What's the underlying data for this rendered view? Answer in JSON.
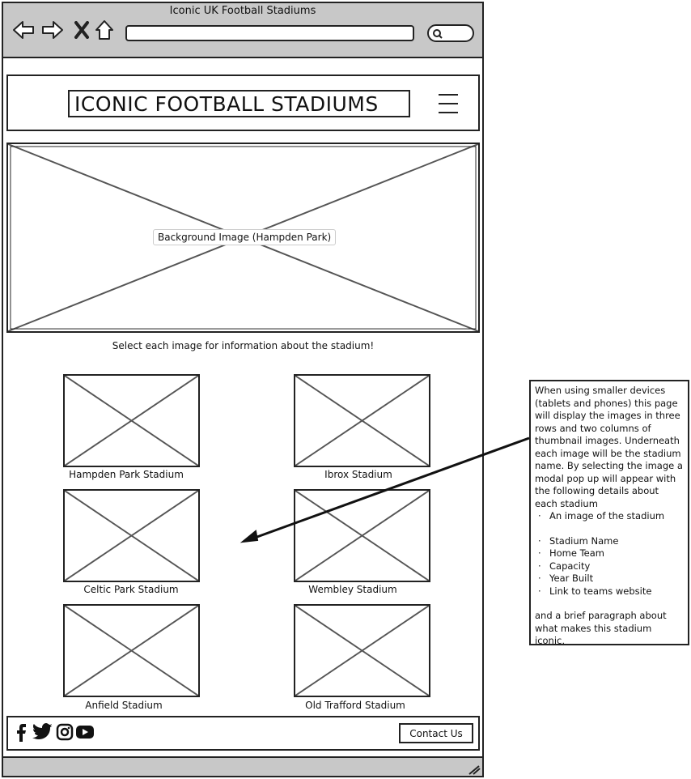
{
  "window": {
    "title": "Iconic UK Football Stadiums"
  },
  "header": {
    "logo": "ICONIC FOOTBALL STADIUMS"
  },
  "hero": {
    "label": "Background Image (Hampden Park)"
  },
  "intro": "Select each image for information about the stadium!",
  "stadiums": [
    {
      "name": "Hampden Park Stadium"
    },
    {
      "name": "Ibrox Stadium"
    },
    {
      "name": "Celtic Park Stadium"
    },
    {
      "name": "Wembley Stadium"
    },
    {
      "name": "Anfield Stadium"
    },
    {
      "name": "Old Trafford Stadium"
    }
  ],
  "footer": {
    "social_icons": [
      "facebook-icon",
      "twitter-icon",
      "instagram-icon",
      "youtube-icon"
    ],
    "contact_label": "Contact Us"
  },
  "note": {
    "intro": "When using smaller devices (tablets and phones) this page will display the images in three rows and two columns of thumbnail images. Underneath each image will be the stadium name. By selecting the image a modal pop up will appear with the following details about each stadium",
    "items": [
      "An image of the stadium",
      "Stadium Name",
      "Home Team",
      "Capacity",
      "Year Built",
      "Link to teams website"
    ],
    "outro": "and a brief paragraph about what makes this stadium iconic,"
  },
  "colors": {
    "chrome": "#c8c8c8",
    "stroke": "#222222",
    "cross": "#555555"
  }
}
